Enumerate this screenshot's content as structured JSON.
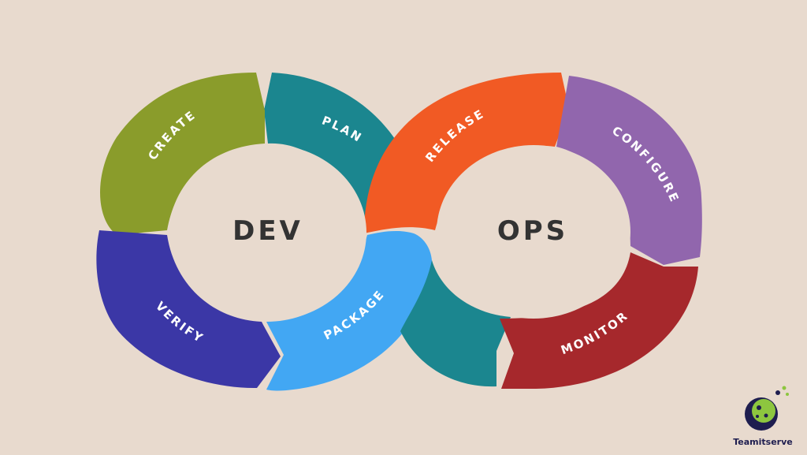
{
  "diagram": {
    "dev_label": "DEV",
    "ops_label": "OPS",
    "stages": {
      "plan": "PLAN",
      "create": "CREATE",
      "verify": "VERIFY",
      "package": "PACKAGE",
      "release": "RELEASE",
      "configure": "CONFIGURE",
      "monitor": "MONITOR"
    }
  },
  "colors": {
    "background": "#e8dace",
    "plan": "#1b868f",
    "create": "#8a9c2b",
    "verify": "#3b37a6",
    "package": "#42a7f3",
    "release": "#f15a24",
    "configure": "#9166ad",
    "monitor": "#a6282c",
    "center_text": "#333333"
  },
  "logo": {
    "name": "Teamitserve"
  }
}
